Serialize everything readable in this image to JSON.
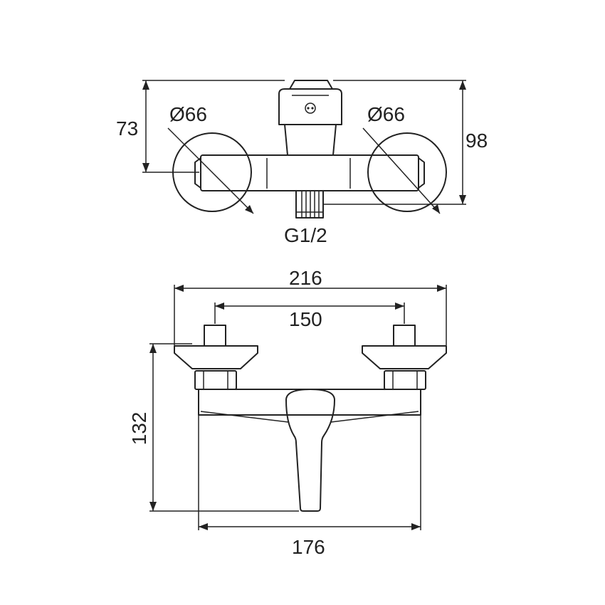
{
  "dimensions": {
    "top_view": {
      "left_escutcheon_diameter": "Ø66",
      "right_escutcheon_diameter": "Ø66",
      "height_to_body": "73",
      "total_depth": "98",
      "outlet_thread": "G1/2"
    },
    "front_view": {
      "overall_width": "216",
      "inlet_spacing": "150",
      "height": "132",
      "body_width": "176"
    }
  }
}
